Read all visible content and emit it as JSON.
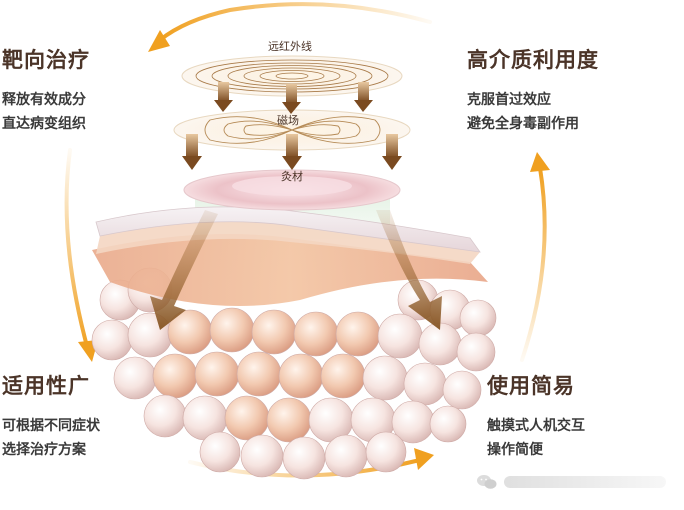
{
  "features": {
    "top_left": {
      "title": "靶向治疗",
      "line1": "释放有效成分",
      "line2": "直达病变组织"
    },
    "top_right": {
      "title": "高介质利用度",
      "line1": "克服首过效应",
      "line2": "避免全身毒副作用"
    },
    "bottom_left": {
      "title": "适用性广",
      "line1": "可根据不同症状",
      "line2": "选择治疗方案"
    },
    "bottom_right": {
      "title": "使用简易",
      "line1": "触摸式人机交互",
      "line2": "操作简便"
    }
  },
  "layers": {
    "infrared": "远红外线",
    "magnetic": "磁场",
    "moxa": "灸材"
  },
  "colors": {
    "arrow_orange": "#f0a020",
    "title_brown": "#4b3428",
    "ring_line": "#b58a55",
    "pin_brown": "#8a5a2a"
  },
  "icons": {
    "watermark": "wechat-icon"
  }
}
